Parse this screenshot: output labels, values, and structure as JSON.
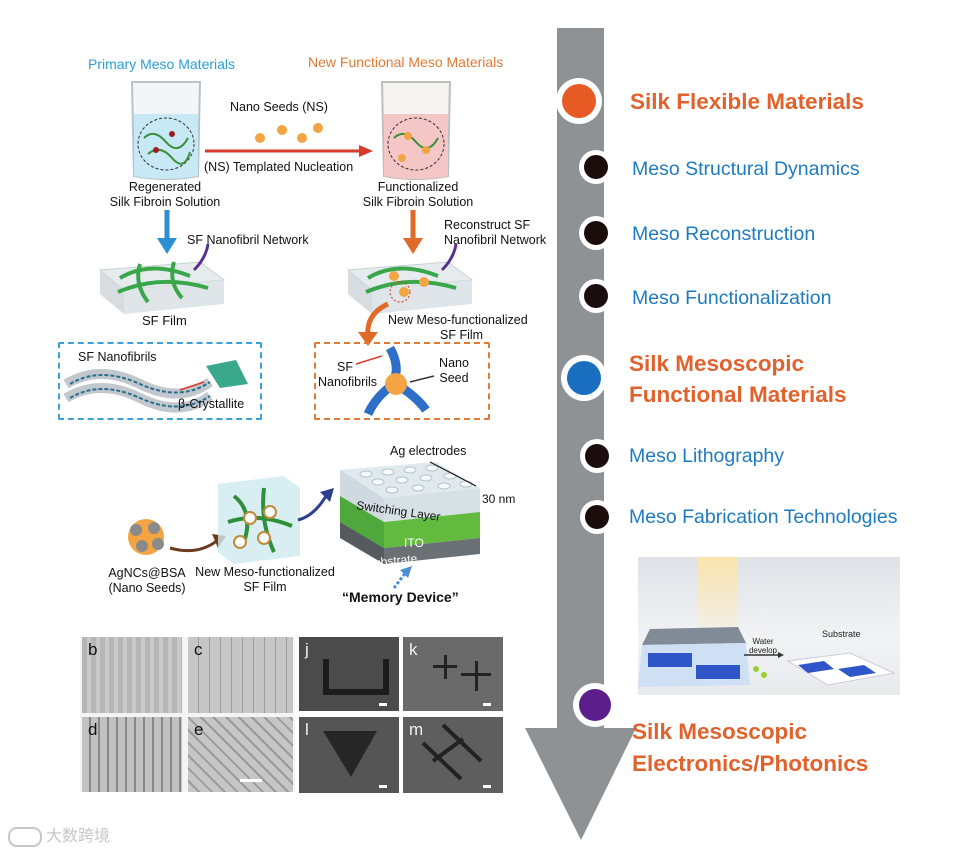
{
  "timeline": {
    "items": [
      {
        "label": "Silk Flexible Materials",
        "level": "major",
        "dot_color": "#e85a24"
      },
      {
        "label": "Meso Structural Dynamics",
        "level": "minor",
        "dot_color": "#1c0d0d"
      },
      {
        "label": "Meso Reconstruction",
        "level": "minor",
        "dot_color": "#1c0d0d"
      },
      {
        "label": "Meso Functionalization",
        "level": "minor",
        "dot_color": "#1c0d0d"
      },
      {
        "label": "Silk Mesoscopic",
        "label2": "Functional Materials",
        "level": "major",
        "dot_color": "#1a6fc0"
      },
      {
        "label": "Meso Lithography",
        "level": "minor",
        "dot_color": "#1c0d0d"
      },
      {
        "label": "Meso Fabrication Technologies",
        "level": "minor",
        "dot_color": "#1c0d0d"
      },
      {
        "label": "Silk Mesoscopic",
        "label2": "Electronics/Photonics",
        "level": "major",
        "dot_color": "#5b1e8c"
      }
    ],
    "colors": {
      "major": "#e2622d",
      "minor": "#1f7bbf",
      "arrow": "#8f9295"
    }
  },
  "diagram": {
    "primary_title": "Primary Meso Materials",
    "new_title": "New Functional Meso Materials",
    "nano_seeds": "Nano Seeds (NS)",
    "templated": "(NS) Templated Nucleation",
    "regen_1": "Regenerated",
    "regen_2": "Silk Fibroin Solution",
    "func_1": "Functionalized",
    "func_2": "Silk Fibroin Solution",
    "sf_network": "SF Nanofibril Network",
    "reconstruct_1": "Reconstruct SF",
    "reconstruct_2": "Nanofibril Network",
    "sf_film": "SF Film",
    "new_meso_1": "New Meso-functionalized",
    "new_meso_2": "SF Film",
    "sf_nanofibrils": "SF Nanofibrils",
    "beta": "β-Crystallite",
    "sf_1": "SF",
    "sf_2": "Nanofibrils",
    "nano_1": "Nano",
    "nano_2": "Seed",
    "ag_electrodes": "Ag electrodes",
    "switching": "Switching Layer",
    "thickness": "30 nm",
    "ito": "ITO",
    "substrate": "Substrate",
    "agncs_1": "AgNCs@BSA",
    "agncs_2": "(Nano Seeds)",
    "device_meso_1": "New Meso-functionalized",
    "device_meso_2": "SF Film",
    "memory": "“Memory Device”",
    "colors": {
      "primary": "#2a9fd8",
      "new": "#e07a35",
      "blue_arrow": "#2d8fd1",
      "orange_arrow": "#e06a2a"
    }
  },
  "sem_panels": [
    "b",
    "c",
    "j",
    "k",
    "d",
    "e",
    "l",
    "m"
  ],
  "photo": {
    "water_1": "Water",
    "water_2": "develop",
    "substrate": "Substrate"
  },
  "watermark": "大数跨境"
}
